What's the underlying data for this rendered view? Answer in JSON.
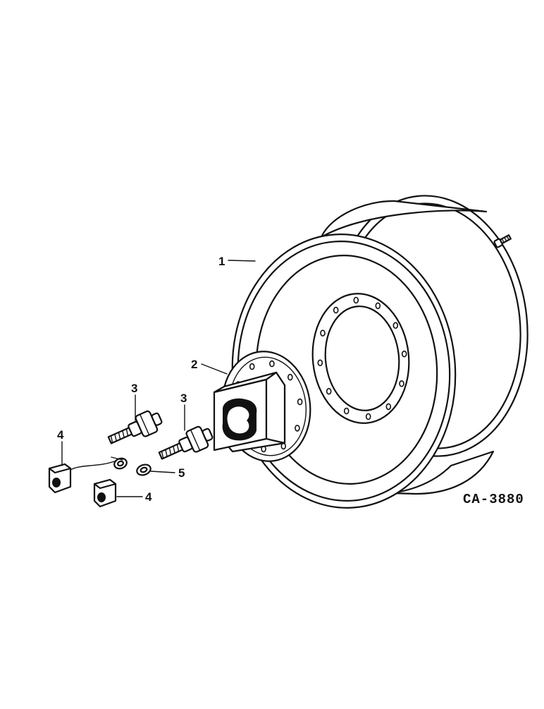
{
  "drawing_code": "CA-3880",
  "callouts": {
    "wheel": "1",
    "hub": "2",
    "bolt_a": "3",
    "bolt_b": "3",
    "nut_a": "4",
    "nut_b": "4",
    "washer": "5"
  }
}
